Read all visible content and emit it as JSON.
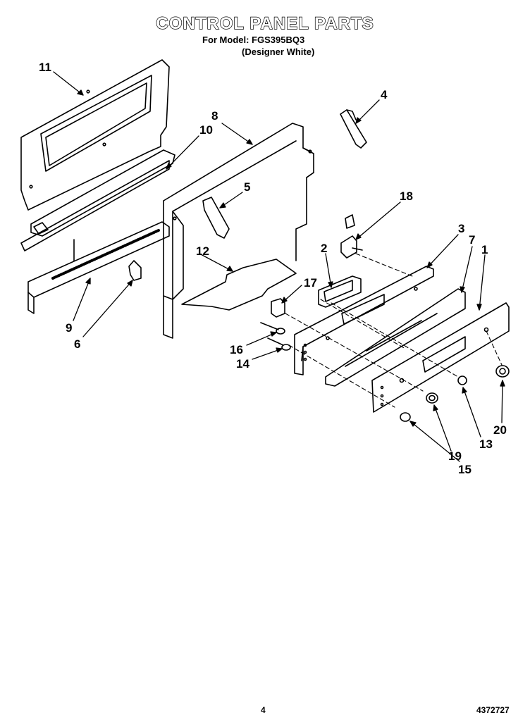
{
  "header": {
    "title": "CONTROL PANEL PARTS",
    "model_line": "For Model: FGS395BQ3",
    "color_line": "(Designer White)"
  },
  "footer": {
    "page_number": "4",
    "document_number": "4372727"
  },
  "callouts": [
    {
      "id": "11",
      "label": "11"
    },
    {
      "id": "4",
      "label": "4"
    },
    {
      "id": "8",
      "label": "8"
    },
    {
      "id": "10",
      "label": "10"
    },
    {
      "id": "5",
      "label": "5"
    },
    {
      "id": "18",
      "label": "18"
    },
    {
      "id": "3",
      "label": "3"
    },
    {
      "id": "7",
      "label": "7"
    },
    {
      "id": "1",
      "label": "1"
    },
    {
      "id": "2",
      "label": "2"
    },
    {
      "id": "12",
      "label": "12"
    },
    {
      "id": "17",
      "label": "17"
    },
    {
      "id": "9",
      "label": "9"
    },
    {
      "id": "6",
      "label": "6"
    },
    {
      "id": "16",
      "label": "16"
    },
    {
      "id": "14",
      "label": "14"
    },
    {
      "id": "20",
      "label": "20"
    },
    {
      "id": "13",
      "label": "13"
    },
    {
      "id": "19",
      "label": "19"
    },
    {
      "id": "15",
      "label": "15"
    }
  ]
}
